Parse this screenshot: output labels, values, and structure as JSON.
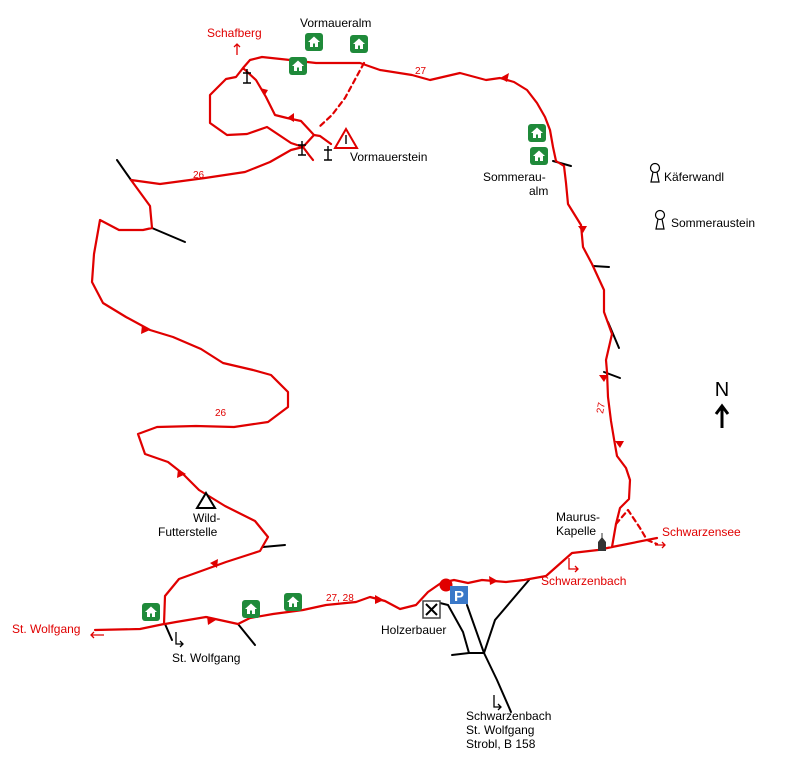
{
  "map": {
    "colors": {
      "trail": "#e00000",
      "road": "#000000",
      "hut": "#1f8a3a",
      "parking": "#3a78c8"
    },
    "labels": {
      "schafberg": "Schafberg",
      "vormaueralm": "Vormaueralm",
      "vormauerstein": "Vormauerstein",
      "sommeraualm_1": "Sommerau-",
      "sommeraualm_2": "alm",
      "kaeferwandl": "Käferwandl",
      "sommeraustein": "Sommeraustein",
      "wildfutterstelle_1": "Wild-",
      "wildfutterstelle_2": "Futterstelle",
      "st_wolfgang_left": "St. Wolfgang",
      "st_wolfgang_bottom": "St. Wolfgang",
      "holzerbauer": "Holzerbauer",
      "mauruskapelle_1": "Maurus-",
      "mauruskapelle_2": "Kapelle",
      "schwarzensee": "Schwarzensee",
      "schwarzenbach": "Schwarzenbach",
      "dest_1": "Schwarzenbach",
      "dest_2": "St. Wolfgang",
      "dest_3": "Strobl, B 158",
      "north": "N"
    },
    "route_numbers": {
      "r27_top": "27",
      "r26_upper": "26",
      "r26_middle": "26",
      "r27_28": "27, 28",
      "r27_right": "27"
    },
    "icons": {
      "hut": "mountain-hut-icon",
      "summit_cross": "summit-cross-icon",
      "peak": "peak-warning-icon",
      "landmark": "rock-landmark-icon",
      "chapel": "chapel-icon",
      "start": "start-point-icon",
      "parking": "parking-icon",
      "restaurant": "restaurant-icon",
      "north_arrow": "north-arrow-icon"
    },
    "parking_label": "P"
  }
}
